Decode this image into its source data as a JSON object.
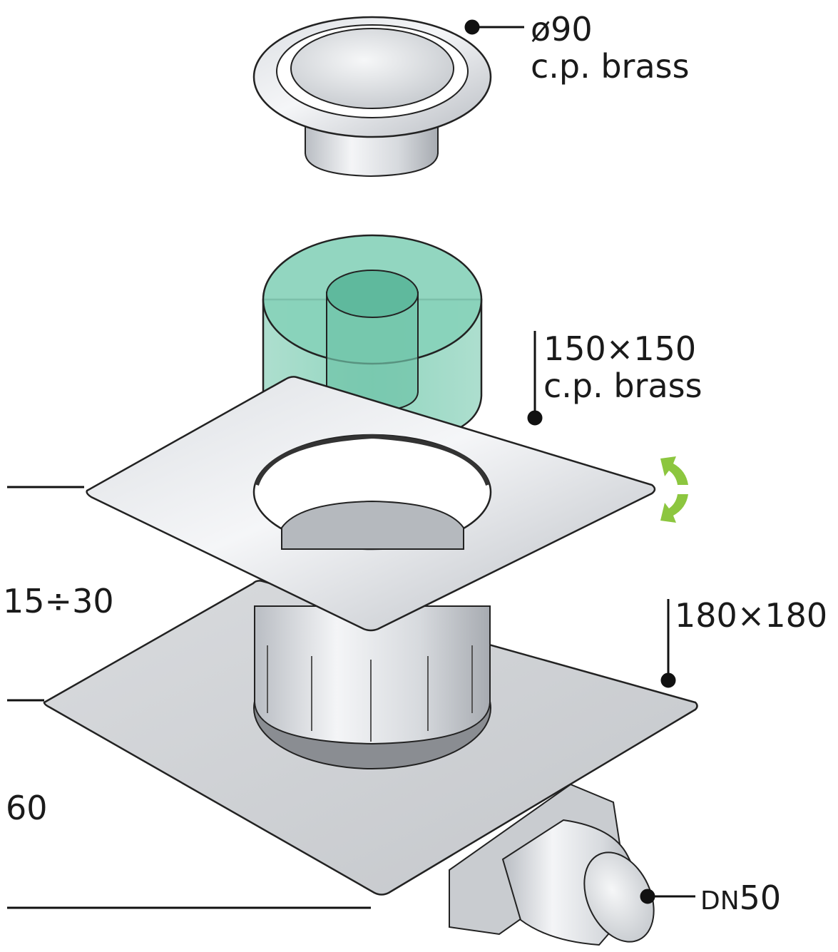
{
  "labels": {
    "grate": {
      "size": "ø90",
      "material": "c.p. brass"
    },
    "top_plate": {
      "size": "150×150",
      "material": "c.p. brass"
    },
    "base_plate": {
      "size": "180×180"
    },
    "outlet": {
      "prefix": "DN",
      "size": "50"
    }
  },
  "dimensions": {
    "adjustable_height": "15÷30",
    "base_height": "60"
  },
  "colors": {
    "steel_light": "#f2f3f5",
    "steel_mid": "#cfd2d6",
    "steel_dark": "#9ea2a8",
    "water_seal": "#7fcfb5",
    "rotate_arrow": "#8cc63f",
    "line": "#111111"
  },
  "icons": {
    "rotation": "rotate-arrows-icon"
  }
}
